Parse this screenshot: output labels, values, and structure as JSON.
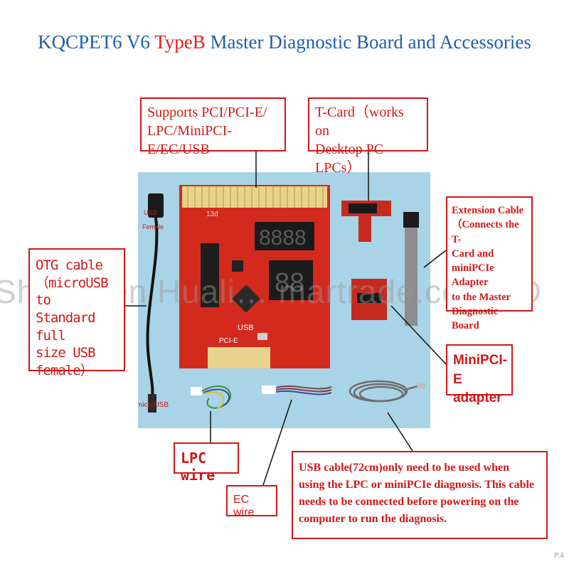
{
  "title": {
    "part1": "KQCPET6 V6 ",
    "accent": "TypeB",
    "part2": " Master Diagnostic Board and Accessories"
  },
  "callouts": {
    "pci": [
      "Supports PCI/PCI-E/",
      "LPC/MiniPCI-E/EC/USB"
    ],
    "tcard": [
      "T-Card（works on",
      "Desktop PC LPCs）"
    ],
    "extension": [
      "Extension Cable",
      "（Connects the T-",
      "Card and",
      "miniPCIe Adapter",
      "to the Master",
      "Diagnostic Board"
    ],
    "otg": [
      "OTG cable",
      "（microUSB to",
      "Standard full",
      "size USB",
      "female）"
    ],
    "minipci": [
      "MiniPCI-E",
      "adapter"
    ],
    "lpc": "LPC wire",
    "ec": "EC wire",
    "usb": [
      "USB cable(72cm)only need to be used when",
      "using the LPC or miniPCIe diagnosis. This cable",
      "needs to be connected before powering on the",
      "computer to run the diagnosis."
    ]
  },
  "photo_labels": {
    "usb_female": [
      "USB",
      "Female"
    ],
    "micro_usb": "microUSB",
    "board_usb": "USB",
    "board_pcie": "PCI-E",
    "board_13d": "13d",
    "seg_top": "8888",
    "seg_bottom": "88"
  },
  "watermark": "Shenzhen Huali…       martrade.co.,LTD",
  "page_number": "P.4",
  "colors": {
    "title_blue": "#1f5fa8",
    "accent_red": "#e02020",
    "callout_red": "#d01818",
    "photo_bg": "#a9d3e6",
    "board_red": "#d42a1e"
  }
}
